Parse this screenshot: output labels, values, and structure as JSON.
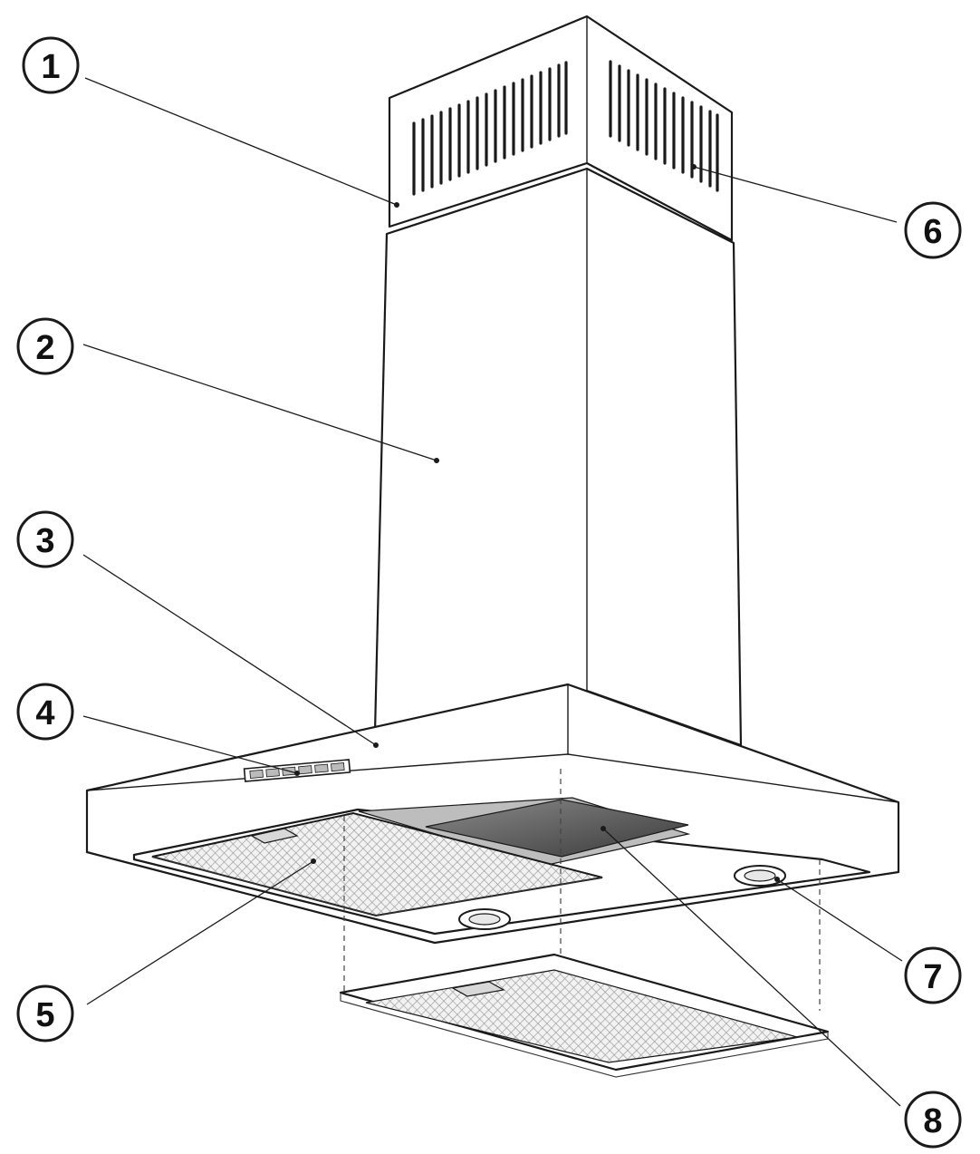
{
  "callouts": [
    {
      "label": "1"
    },
    {
      "label": "2"
    },
    {
      "label": "3"
    },
    {
      "label": "4"
    },
    {
      "label": "5"
    },
    {
      "label": "6"
    },
    {
      "label": "7"
    },
    {
      "label": "8"
    }
  ],
  "colors": {
    "line": "#1a1a1a",
    "filter_mesh": "#cfcfcf",
    "glass": "#5a5a5a",
    "background": "#ffffff"
  }
}
